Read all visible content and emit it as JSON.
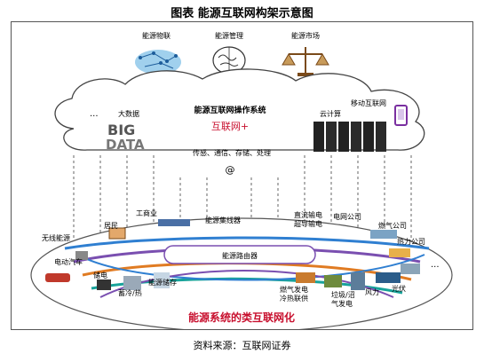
{
  "title": "图表    能源互联网构架示意图",
  "source": "资料来源：互联网证券",
  "top_row": [
    "能源物联",
    "能源管理",
    "能源市场"
  ],
  "cloud": {
    "dots_left": "...",
    "big_data": "大数据",
    "big_data_art_1": "BIG",
    "big_data_art_2": "DATA",
    "os": "能源互联网操作系统",
    "internet_plus": "互联网+",
    "process": "传感、通信、存储、处理",
    "at": "@",
    "cloud_computing": "云计算",
    "mobile_internet": "移动互联网"
  },
  "system": {
    "title": "能源系统的类互联网化",
    "hub": "能源路由器",
    "collector": "能源集线器",
    "labels": {
      "wireless": "无线能源",
      "residential": "居民",
      "industry": "工商业",
      "ev": "电动汽车",
      "storage": "储电",
      "cold_heat": "蓄冷/热",
      "energy_storage": "能源储存",
      "dc_line": "直流输电",
      "superconducting": "超导输电",
      "grid_company": "电网公司",
      "gas_company": "燃气公司",
      "heat_company": "热力公司",
      "gas_power": "燃气发电",
      "cchp": "冷热联供",
      "waste": "垃圾/沼",
      "biogas": "气发电",
      "wind": "风力",
      "pv": "光伏",
      "dots": "..."
    }
  },
  "colors": {
    "system_title": "#c8102e",
    "internet_plus": "#c8102e",
    "line_blue": "#2f7fd1",
    "line_purple": "#7a4fb0",
    "line_orange": "#e07b22",
    "line_teal": "#18a39a"
  }
}
